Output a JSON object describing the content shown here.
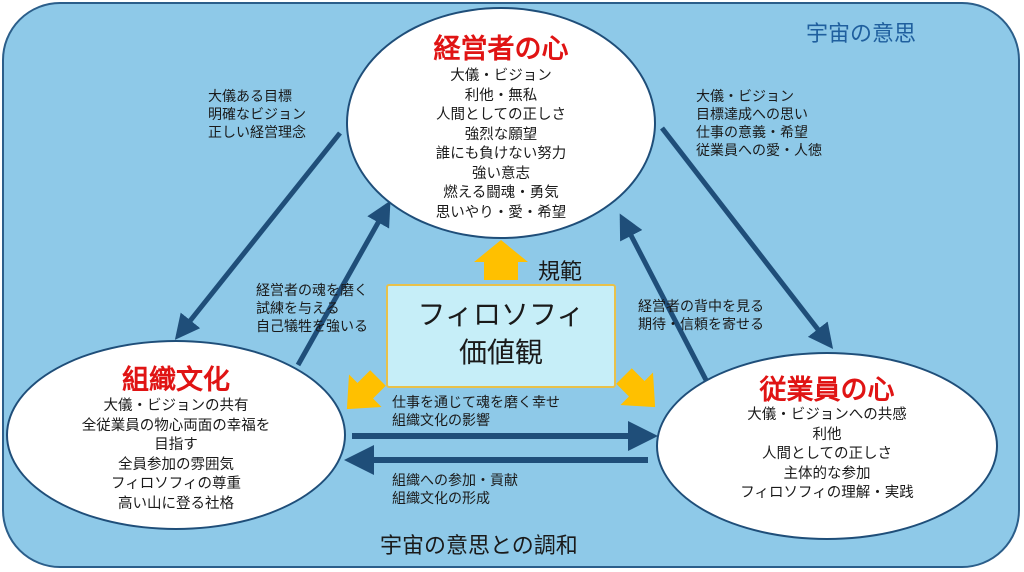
{
  "cosmos_will": "宇宙の意思",
  "harmony": "宇宙の意思との調和",
  "manager": {
    "title": "経営者の心",
    "items": [
      "大儀・ビジョン",
      "利他・無私",
      "人間としての正しさ",
      "強烈な願望",
      "誰にも負けない努力",
      "強い意志",
      "燃える闘魂・勇気",
      "思いやり・愛・希望"
    ]
  },
  "culture": {
    "title": "組織文化",
    "items": [
      "大儀・ビジョンの共有",
      "全従業員の物心両面の幸福を",
      "目指す",
      "全員参加の雰囲気",
      "フィロソフィの尊重",
      "高い山に登る社格"
    ]
  },
  "employee": {
    "title": "従業員の心",
    "items": [
      "大儀・ビジョンへの共感",
      "利他",
      "人間としての正しさ",
      "主体的な参加",
      "フィロソフィの理解・実践"
    ]
  },
  "philosophy": {
    "line1": "フィロソフィ",
    "line2": "価値観"
  },
  "norm_label": "規範",
  "labels": {
    "manager_to_culture": [
      "大儀ある目標",
      "明確なビジョン",
      "正しい経営理念"
    ],
    "manager_to_employee": [
      "大儀・ビジョン",
      "目標達成への思い",
      "仕事の意義・希望",
      "従業員への愛・人徳"
    ],
    "culture_to_manager": [
      "経営者の魂を磨く",
      "試練を与える",
      "自己犠牲を強いる"
    ],
    "employee_to_manager": [
      "経営者の背中を見る",
      "期待・信頼を寄せる"
    ],
    "culture_to_employee": [
      "仕事を通じて魂を磨く幸せ",
      "組織文化の影響"
    ],
    "employee_to_culture": [
      "組織への参加・貢献",
      "組織文化の形成"
    ]
  },
  "colors": {
    "background": "#8ec9e8",
    "arrow": "#1f4e79",
    "wide_arrow": "#ffc000",
    "title_red": "#e01414"
  }
}
